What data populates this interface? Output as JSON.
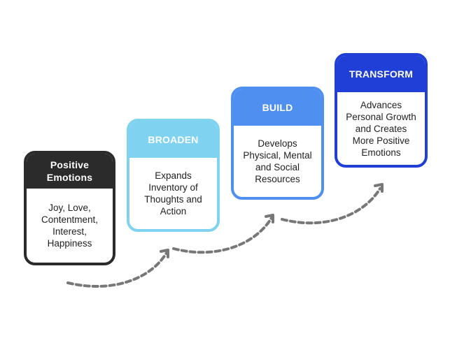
{
  "steps": [
    {
      "title": "Positive\nEmotions",
      "body": "Joy, Love,\nContentment,\nInterest,\nHappiness",
      "color": "#2b2b2b"
    },
    {
      "title": "BROADEN",
      "body": "Expands\nInventory of\nThoughts and\nAction",
      "color": "#7fd3f0"
    },
    {
      "title": "BUILD",
      "body": "Develops\nPhysical, Mental\nand Social\nResources",
      "color": "#4f8ff0"
    },
    {
      "title": "TRANSFORM",
      "body": "Advances\nPersonal Growth\nand Creates\nMore Positive\nEmotions",
      "color": "#1f3fd6"
    }
  ],
  "arrow_color": "#777777"
}
